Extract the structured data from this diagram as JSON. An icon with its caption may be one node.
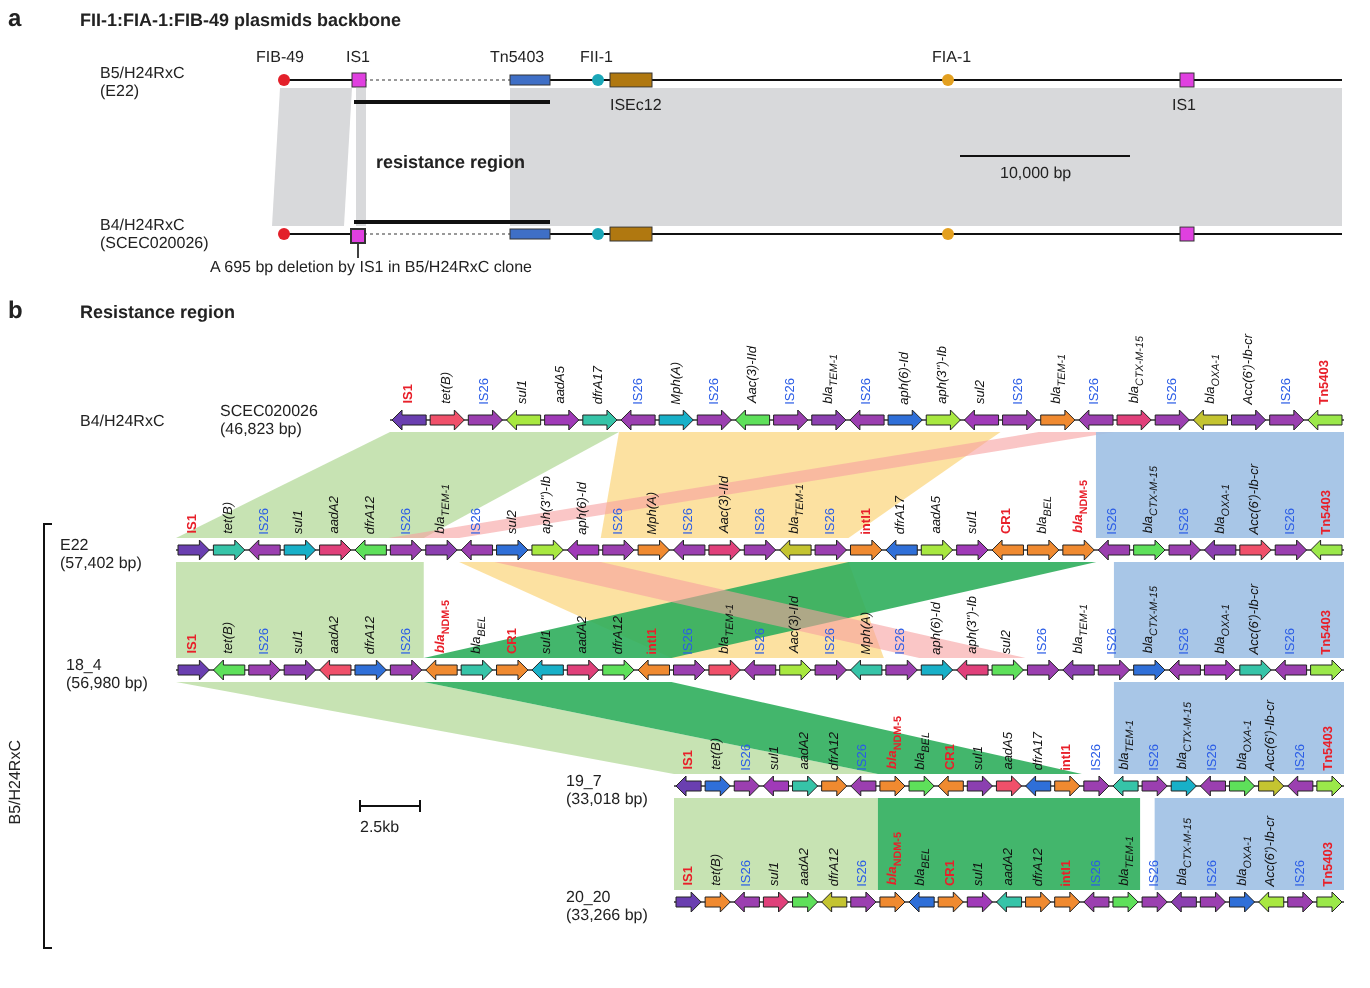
{
  "diagram": {
    "nodes": [
      {
        "text": [],
        "shape": "box"
      },
      {
        "text": [
          "A 695 bp deletion by IS1 in B5/H24RxC clone"
        ]
      }
    ],
    "edges": [
      {
        "from": 1,
        "to": 0,
        "arrow": "none"
      }
    ],
    "labels": [
      "a",
      "FII-1:FIA-1:FIB-49 plasmids backbone",
      "FIB-49",
      "IS1",
      "Tn5403",
      "FII-1",
      "FIA-1",
      "B5/H24RxC (E22)",
      "ISEc12",
      "IS1",
      "resistance region",
      "10,000 bp",
      "B4/H24RxC (SCEC020026)",
      "b",
      "Resistance region",
      "IS1",
      "tet(B)",
      "IS26",
      "sul1",
      "aadA5",
      "dfrA17",
      "IS26",
      "Mph(A)",
      "IS26",
      "Aac(3)-IId",
      "IS26",
      "*bla*$_{TEM-1}$",
      "IS26",
      "aph(6)-Id",
      "aph(3'')-Ib",
      "sul2",
      "IS26",
      "*bla*$_{TEM-1}$",
      "IS26",
      "*bla*$_{CTX-M-15}$",
      "IS26",
      "*bla*$_{OXA-1}$",
      "Acc(6')-Ib-cr",
      "IS26",
      "Tn5403",
      "B4/H24RxC",
      "SCEC020026 (46,823 bp)",
      "IS1",
      "tet(B)",
      "IS26",
      "sul1",
      "aadA2",
      "dfrA12",
      "IS26",
      "*bla*$_{TEM-1}$",
      "IS26",
      "sul2",
      "aph(3'')-Ib",
      "aph(6)-Id",
      "IS26",
      "Mph(A)",
      "IS26",
      "Aac(3)-IId",
      "IS26",
      "*bla*$_{TEM-1}$",
      "IS26",
      "intI1",
      "dfrA17",
      "aadA5",
      "sul1",
      "CR1",
      "*bla*$_{BEL}$",
      "*bla*$_{NDM-5}$",
      "IS26",
      "*bla*$_{CTX-M-15}$",
      "IS26",
      "*bla*$_{OXA-1}$",
      "Acc(6')-Ib-cr",
      "IS26",
      "Tn5403",
      "E22 (57,402 bp)",
      "IS1",
      "tet(B)",
      "IS26",
      "sul1",
      "aadA2",
      "dfrA12",
      "IS26",
      "*bla*$_{NDM-5}$",
      "*bla*$_{BEL}$",
      "CR1",
      "sul1",
      "aadA2",
      "dfrA12",
      "intI1",
      "IS26",
      "*bla*$_{TEM-1}$",
      "IS26",
      "Aac(3)-IId",
      "IS26",
      "Mph(A)",
      "IS26",
      "aph(6)-Id",
      "aph(3'')-Ib",
      "sul2",
      "IS26",
      "*bla*$_{TEM-1}$",
      "IS26",
      "*bla*$_{CTX-M-15}$",
      "IS26",
      "*bla*$_{OXA-1}$",
      "Acc(6')-Ib-cr",
      "IS26",
      "Tn5403",
      "18_4 (56,980 bp)",
      "B5/H24RxC",
      "IS1",
      "tet(B)",
      "IS26",
      "sul1",
      "aadA2",
      "dfrA12",
      "IS26",
      "*bla*$_{NDM-5}$",
      "*bla*$_{BEL}$",
      "CR1",
      "sul1",
      "aadA5",
      "dfrA17",
      "intI1",
      "IS26",
      "*bla*$_{TEM-1}$",
      "IS26",
      "*bla*$_{CTX-M-15}$",
      "IS26",
      "*bla*$_{OXA-1}$",
      "Acc(6')-Ib-cr",
      "IS26",
      "Tn5403",
      "19_7 (33,018 bp)",
      "2.5kb",
      "IS1",
      "tet(B)",
      "IS26",
      "sul1",
      "aadA2",
      "dfrA12",
      "IS26",
      "*bla*$_{NDM-5}$",
      "*bla*$_{BEL}$",
      "CR1",
      "sul1",
      "aadA2",
      "dfrA12",
      "intI1",
      "IS26",
      "*bla*$_{TEM-1}$",
      "IS26",
      "*bla*$_{CTX-M-15}$",
      "IS26",
      "*bla*$_{OXA-1}$",
      "Acc(6')-Ib-cr",
      "IS26",
      "Tn5403",
      "20_20 (33,266 bp)"
    ]
  }
}
